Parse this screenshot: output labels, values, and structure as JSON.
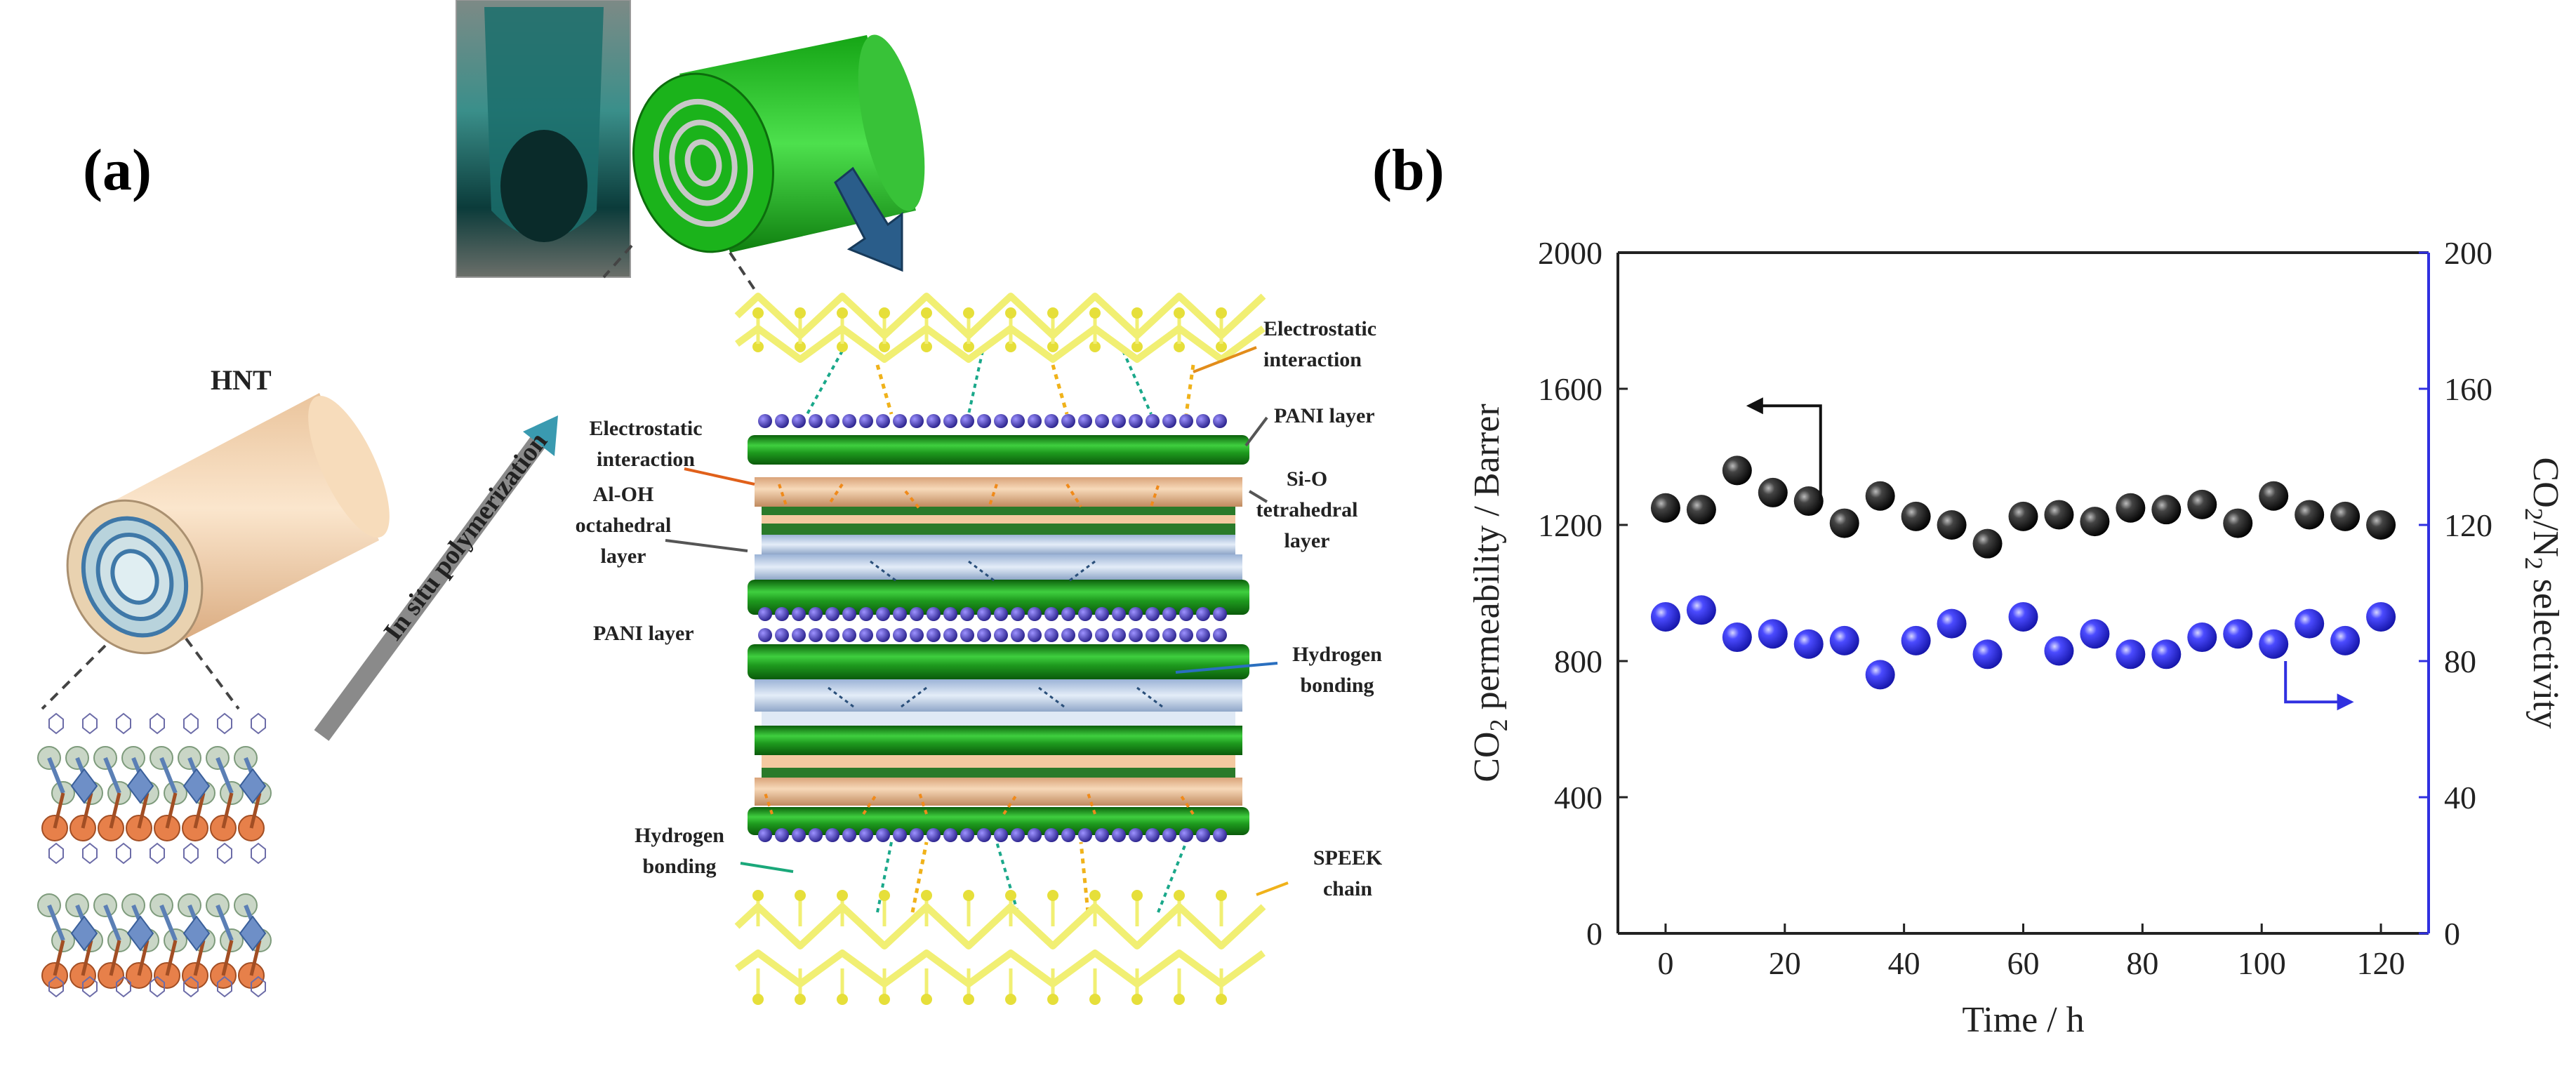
{
  "panel_a": {
    "panel_label": "(a)",
    "hnt_label": "HNT",
    "arrow_label": "In situ polymerization",
    "annotations": {
      "electrostatic_top": "Electrostatic interaction",
      "pani_layer_right": "PANI layer",
      "electrostatic_left": "Electrostatic interaction",
      "sio_layer": "Si-O tetrahedral layer",
      "aloh_layer": "Al-OH octahedral layer",
      "pani_layer_left": "PANI layer",
      "hydrogen_bonding_right": "Hydrogen bonding",
      "hydrogen_bonding_left": "Hydrogen bonding",
      "speek_chain": "SPEEK chain"
    },
    "colors": {
      "pani_green": "#1e9a1e",
      "hnt_tan": "#f3cfa4",
      "pani_sphere": "#3f2fb8",
      "speek_yellow": "#f1ef73",
      "dash_orange": "#f08a1a",
      "dash_teal": "#1aa88a"
    }
  },
  "panel_b": {
    "panel_label": "(b)"
  },
  "chart_data": {
    "type": "scatter",
    "xlabel": "Time / h",
    "ylabel_left": "CO2 permeability / Barrer",
    "ylabel_right": "CO2/N2 selectivity",
    "xlim": [
      -8,
      128
    ],
    "ylim_left": [
      0,
      2000
    ],
    "ylim_right": [
      0,
      200
    ],
    "x_ticks": [
      0,
      20,
      40,
      60,
      80,
      100,
      120
    ],
    "y_ticks_left": [
      0,
      400,
      800,
      1200,
      1600,
      2000
    ],
    "y_ticks_right": [
      0,
      40,
      80,
      120,
      160,
      200
    ],
    "grid": false,
    "series": [
      {
        "axis": "left",
        "color": "#111111",
        "x": [
          0,
          6,
          12,
          18,
          24,
          30,
          36,
          42,
          48,
          54,
          60,
          66,
          72,
          78,
          84,
          90,
          96,
          102,
          108,
          114,
          120
        ],
        "values": [
          1250,
          1245,
          1360,
          1295,
          1270,
          1205,
          1285,
          1225,
          1200,
          1145,
          1225,
          1230,
          1210,
          1250,
          1245,
          1260,
          1205,
          1285,
          1230,
          1225,
          1200
        ]
      },
      {
        "axis": "right",
        "color": "#2222dd",
        "x": [
          0,
          6,
          12,
          18,
          24,
          30,
          36,
          42,
          48,
          54,
          60,
          66,
          72,
          78,
          84,
          90,
          96,
          102,
          108,
          114,
          120
        ],
        "values": [
          93,
          95,
          87,
          88,
          85,
          86,
          76,
          86,
          91,
          82,
          93,
          83,
          88,
          82,
          82,
          87,
          88,
          85,
          91,
          86,
          93
        ]
      }
    ],
    "axis_arrows": [
      {
        "axis": "left",
        "direction": "left"
      },
      {
        "axis": "right",
        "direction": "right"
      }
    ]
  }
}
